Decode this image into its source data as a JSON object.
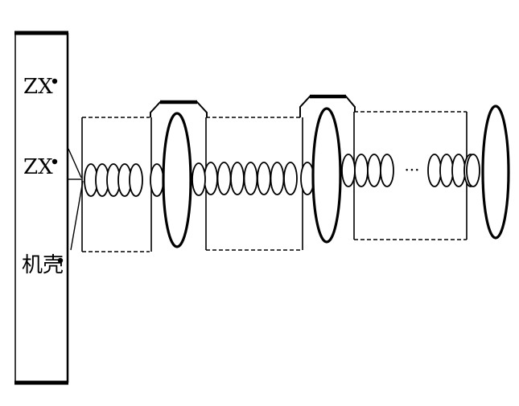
{
  "panel": {
    "terminals": [
      {
        "label": "ZX"
      },
      {
        "label": "ZX"
      },
      {
        "label": "机壳"
      }
    ]
  },
  "chain": {
    "ellipsis": "···",
    "segment_groups": [
      5,
      7,
      4,
      4
    ],
    "ring_count": 3
  },
  "colors": {
    "stroke": "#000000",
    "background": "#ffffff"
  }
}
